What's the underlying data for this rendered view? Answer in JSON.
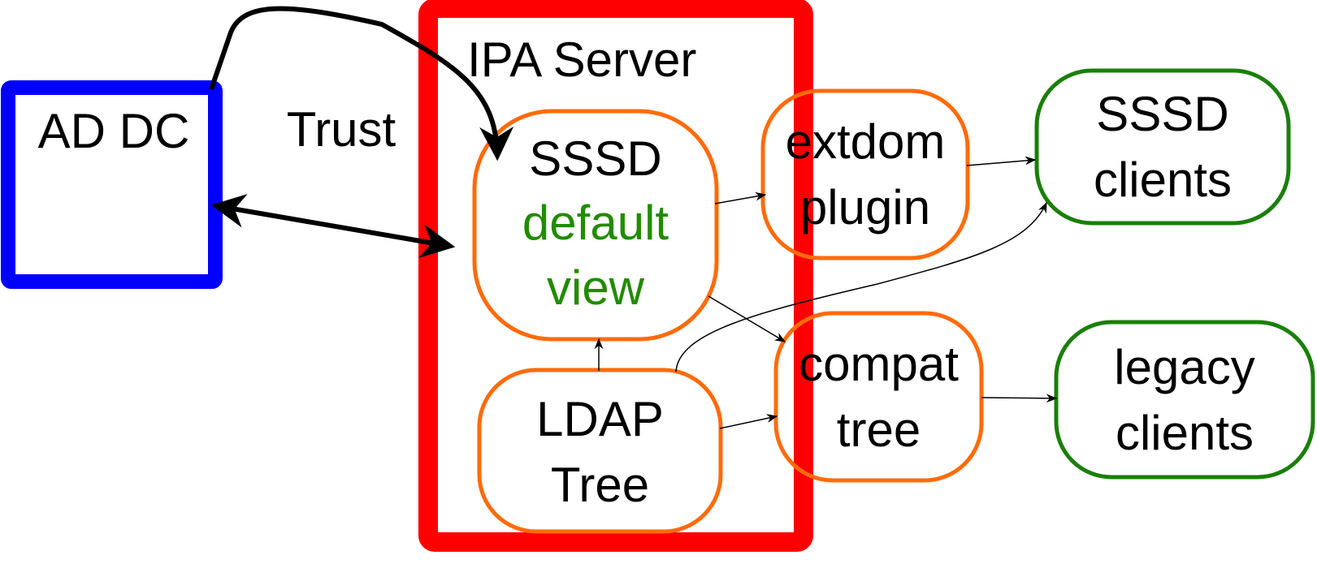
{
  "colors": {
    "ad": "#0000ff",
    "ipa": "#ff0000",
    "component": "#ff6b0a",
    "client": "#1a7f0a",
    "green_text": "#228b00",
    "line": "#000000"
  },
  "nodes": {
    "ad_dc": {
      "label": "AD DC"
    },
    "trust": {
      "label": "Trust"
    },
    "ipa_server": {
      "label": "IPA Server"
    },
    "sssd_default": {
      "line1": "SSSD",
      "line2": "default",
      "line3": "view"
    },
    "extdom": {
      "line1": "extdom",
      "line2": "plugin"
    },
    "sssd_clients": {
      "line1": "SSSD",
      "line2": "clients"
    },
    "ldap_tree": {
      "line1": "LDAP",
      "line2": "Tree"
    },
    "compat_tree": {
      "line1": "compat",
      "line2": "tree"
    },
    "legacy_clients": {
      "line1": "legacy",
      "line2": "clients"
    }
  },
  "edges": [
    {
      "from": "ad_dc",
      "to": "sssd_default",
      "style": "thick-curve"
    },
    {
      "from": "ad_dc",
      "to": "ipa_server",
      "style": "thick-double"
    },
    {
      "from": "sssd_default",
      "to": "extdom"
    },
    {
      "from": "extdom",
      "to": "sssd_clients"
    },
    {
      "from": "sssd_default",
      "to": "compat_tree"
    },
    {
      "from": "ldap_tree",
      "to": "sssd_default"
    },
    {
      "from": "ldap_tree",
      "to": "compat_tree"
    },
    {
      "from": "ldap_tree",
      "to": "sssd_clients"
    },
    {
      "from": "compat_tree",
      "to": "legacy_clients"
    }
  ]
}
